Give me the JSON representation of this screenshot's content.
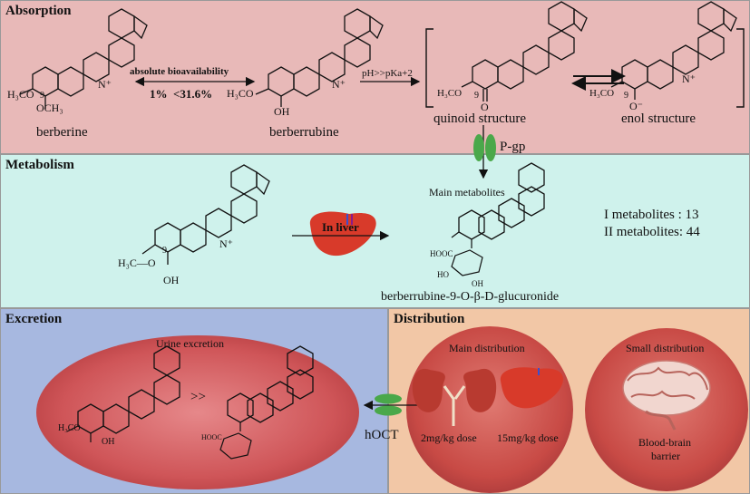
{
  "sections": {
    "absorption": "Absorption",
    "metabolism": "Metabolism",
    "excretion": "Excretion",
    "distribution": "Distribution"
  },
  "absorption": {
    "berberine_label": "berberine",
    "berberrubine_label": "berberrubine",
    "bioavail_title": "absolute bioavailability",
    "bioavail_value": "1%  <31.6%",
    "ph_condition": "pH>>pKa+2",
    "quinoid_label": "quinoid structure",
    "enol_label": "enol structure",
    "transporter": "P-gp"
  },
  "metabolism": {
    "organ_label": "In liver",
    "main_metabolites": "Main metabolites",
    "phase1": "I metabolites : 13",
    "phase2": "II metabolites: 44",
    "glucuronide_label": "berberrubine-9-O-β-D-glucuronide"
  },
  "excretion": {
    "urine_title": "Urine excretion",
    "comparison": ">>",
    "transporter": "hOCT"
  },
  "distribution": {
    "main_title": "Main distribution",
    "kidney_dose": "2mg/kg dose",
    "liver_dose": "15mg/kg dose",
    "small_title": "Small distribution",
    "bbb_line1": "Blood-brain",
    "bbb_line2": "barrier"
  },
  "chem": {
    "methoxy": "H₃CO",
    "methoxy_alt": "H₃C—O",
    "och3": "OCH₃",
    "oh": "OH",
    "o": "O",
    "o_minus": "O⁻",
    "n_plus": "N⁺",
    "nine": "9",
    "cooh": "HOOC",
    "ho": "HO"
  },
  "colors": {
    "absorption_bg": "#e8b9b8",
    "metabolism_bg": "#cff2ec",
    "excretion_bg": "#a7b8e0",
    "distribution_bg": "#f2c7a6",
    "ellipse_red": "#c9484a",
    "pgp_green": "#4aa84a",
    "liver_red": "#d83a2a"
  }
}
